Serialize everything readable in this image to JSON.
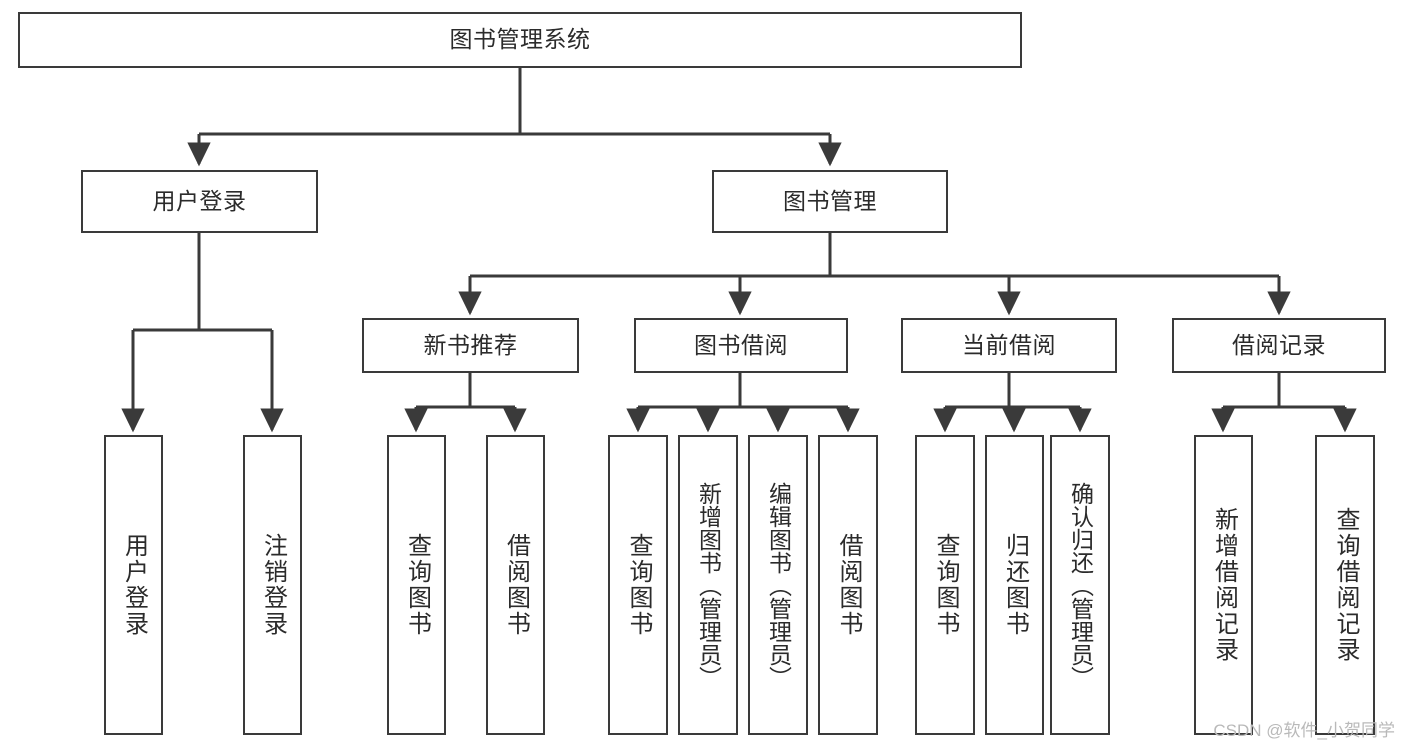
{
  "diagram": {
    "title": "图书管理系统",
    "watermark": "CSDN @软件_小贺同学",
    "stroke_color": "#3a3a3a",
    "background_color": "#ffffff",
    "text_color": "#2b2b2b",
    "watermark_color": "#b9b9b9"
  },
  "nodes": {
    "root": {
      "label": "图书管理系统"
    },
    "level2": [
      {
        "label": "用户登录"
      },
      {
        "label": "图书管理"
      }
    ],
    "level3": [
      {
        "label": "新书推荐"
      },
      {
        "label": "图书借阅"
      },
      {
        "label": "当前借阅"
      },
      {
        "label": "借阅记录"
      }
    ],
    "leaves": {
      "user_login": [
        {
          "label": "用户登录"
        },
        {
          "label": "注销登录"
        }
      ],
      "new_book_recommend": [
        {
          "label": "查询图书"
        },
        {
          "label": "借阅图书"
        }
      ],
      "book_borrow": [
        {
          "label": "查询图书"
        },
        {
          "label": "新增图书（管理员）"
        },
        {
          "label": "编辑图书（管理员）"
        },
        {
          "label": "借阅图书"
        }
      ],
      "current_borrow": [
        {
          "label": "查询图书"
        },
        {
          "label": "归还图书"
        },
        {
          "label": "确认归还（管理员）"
        }
      ],
      "borrow_record": [
        {
          "label": "新增借阅记录"
        },
        {
          "label": "查询借阅记录"
        }
      ]
    }
  }
}
